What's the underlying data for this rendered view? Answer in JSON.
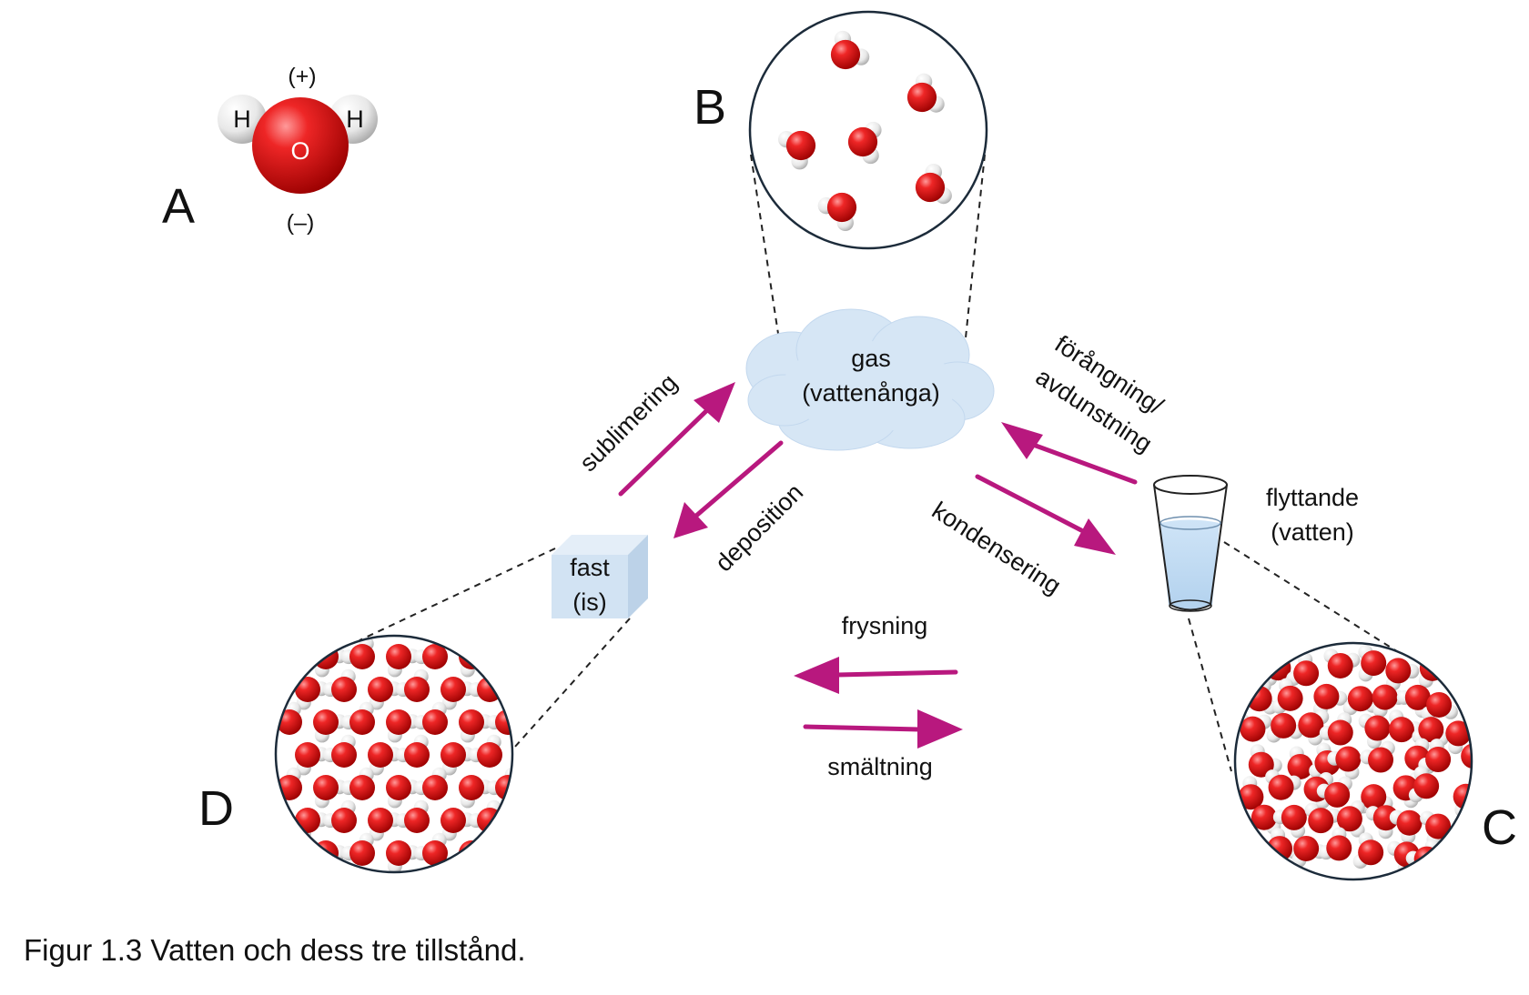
{
  "panel_letters": {
    "a": "A",
    "b": "B",
    "c": "C",
    "d": "D"
  },
  "molecule": {
    "charge_top": "(+)",
    "charge_bottom": "(–)",
    "hydrogen": "H",
    "oxygen": "O"
  },
  "states": {
    "gas": {
      "line1": "gas",
      "line2": "(vattenånga)"
    },
    "liquid": {
      "line1": "flyttande",
      "line2": "(vatten)"
    },
    "solid": {
      "line1": "fast",
      "line2": "(is)"
    }
  },
  "transitions": {
    "sublimation": "sublimering",
    "deposition": "deposition",
    "evaporation_line1": "förångning/",
    "evaporation_line2": "avdunstning",
    "condensation": "kondensering",
    "freezing": "frysning",
    "melting": "smältning"
  },
  "caption": "Figur 1.3 Vatten och dess tre tillstånd.",
  "colors": {
    "arrow": "#b8187e",
    "oxygen": "#d8141b",
    "hydrogen": "#e4e4e4",
    "circle_outline": "#1c2b3a",
    "ice": "#d2e3f3"
  }
}
